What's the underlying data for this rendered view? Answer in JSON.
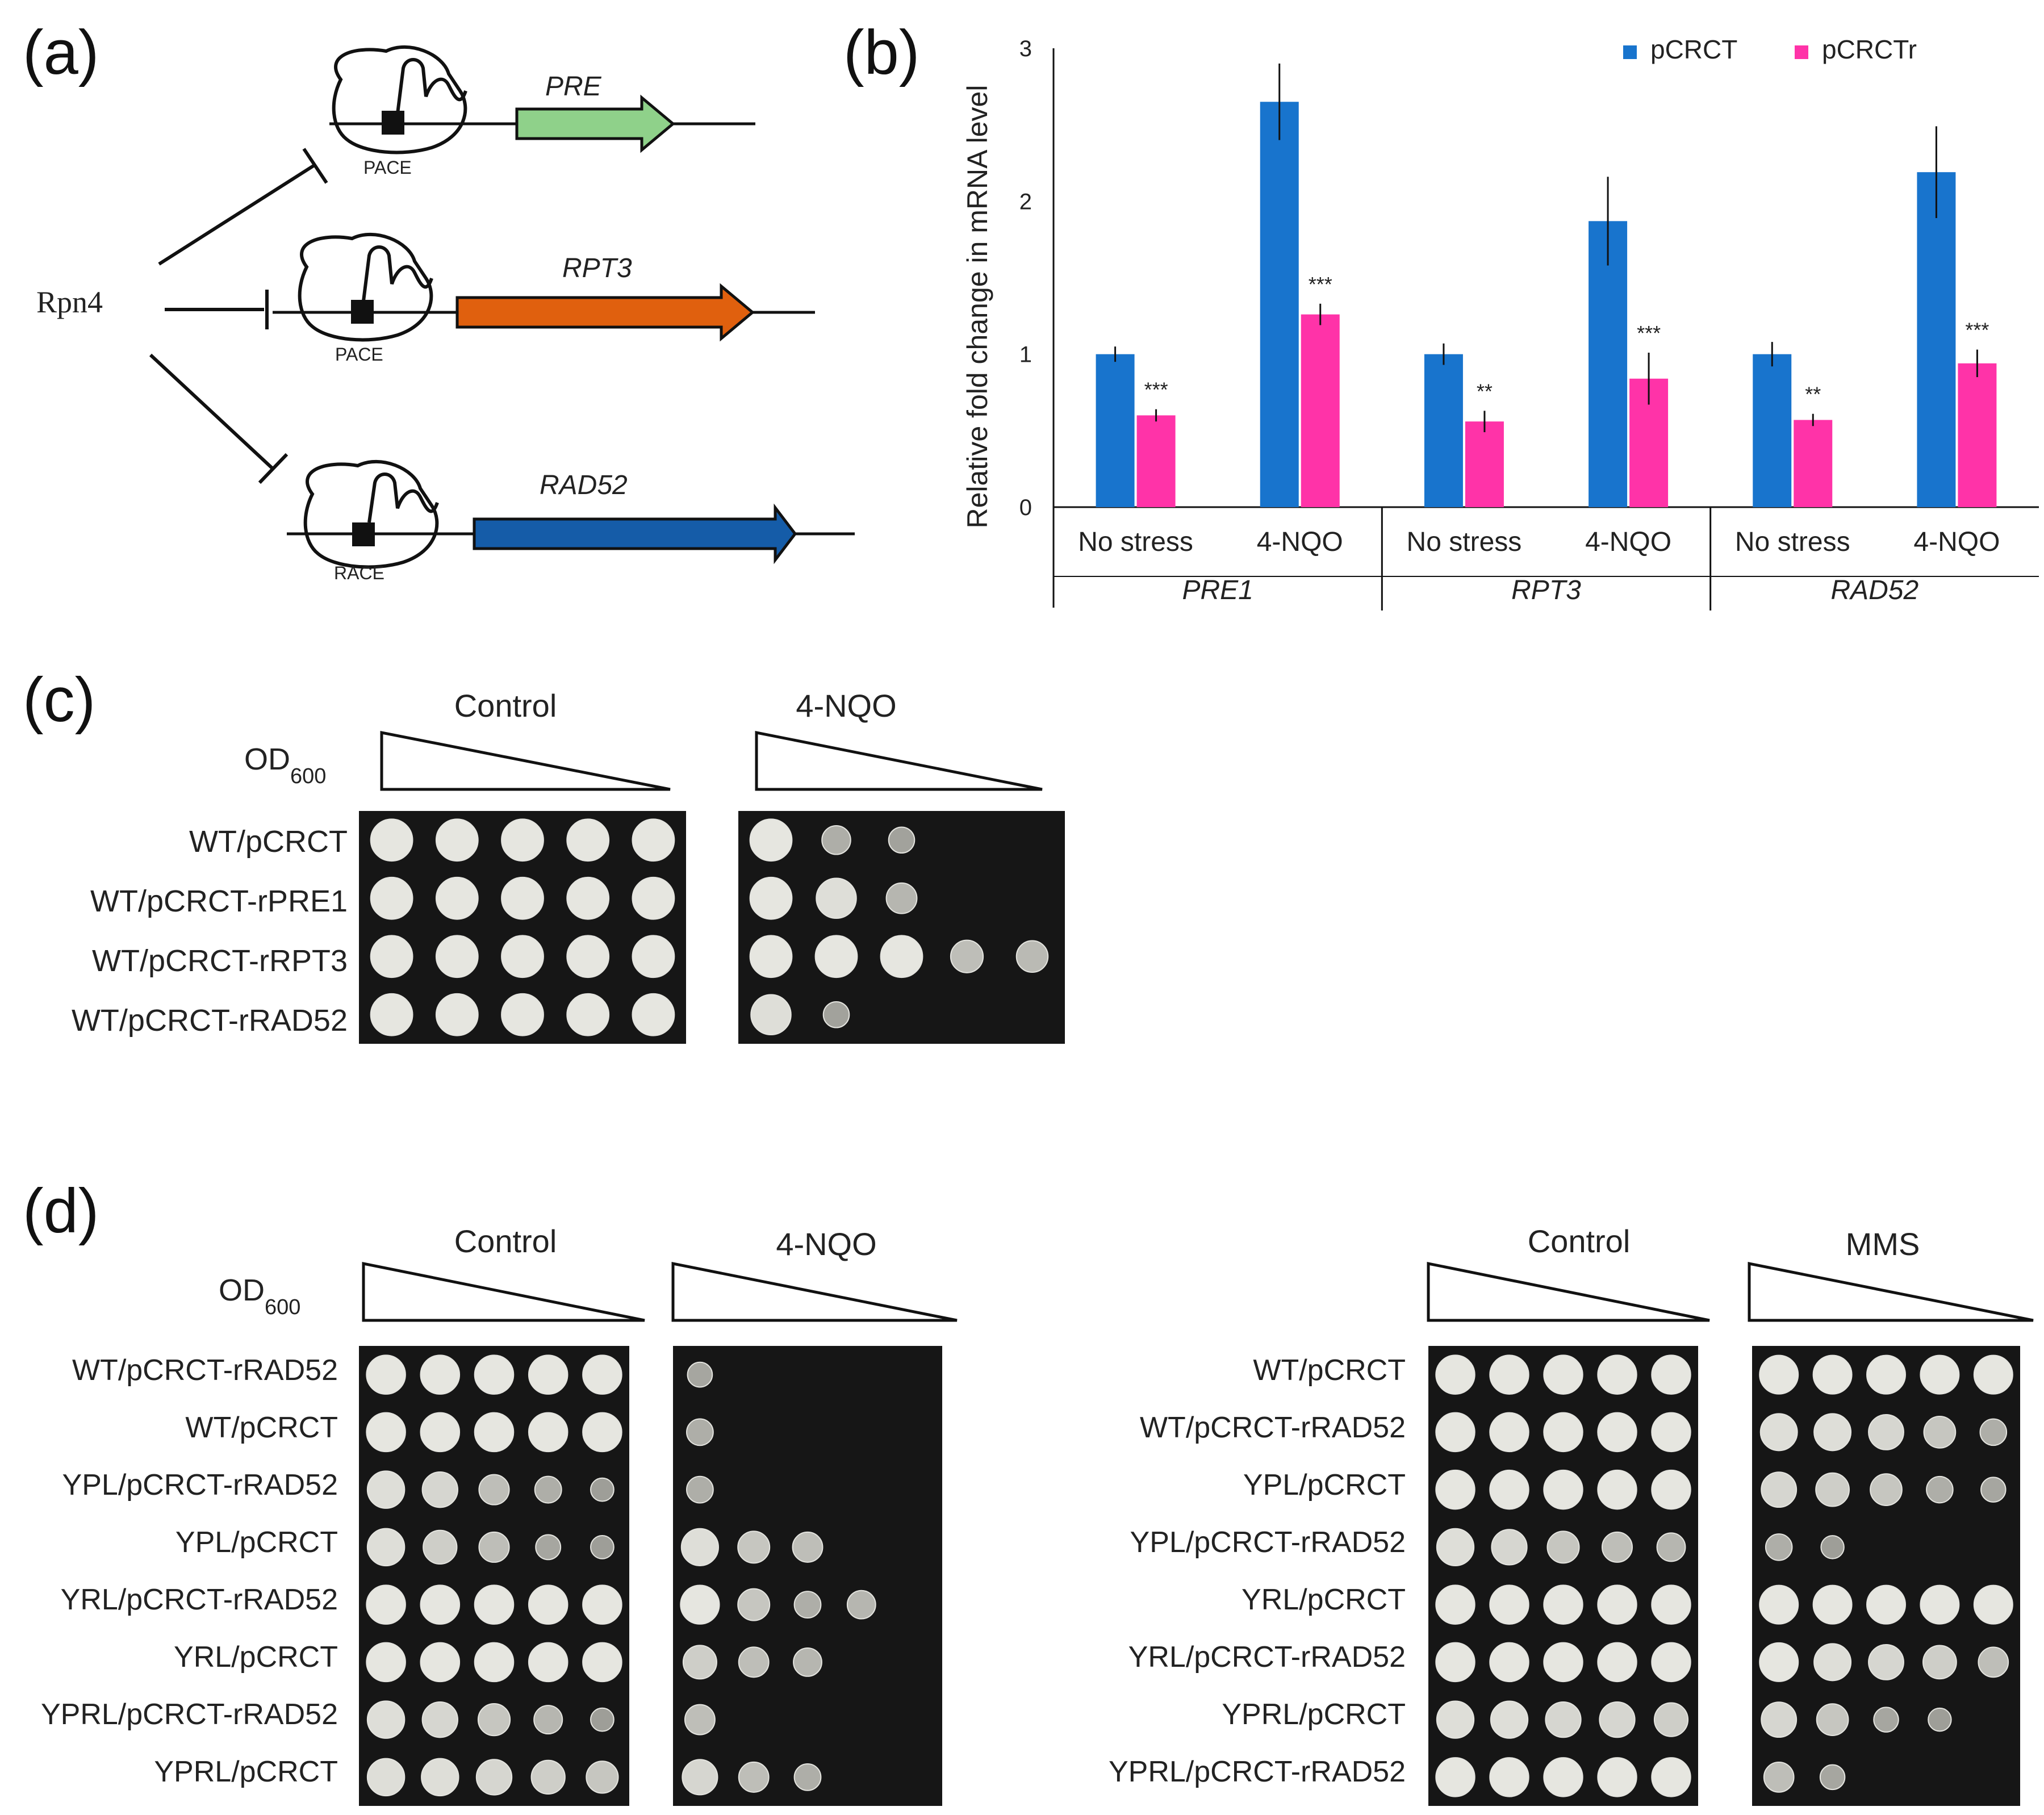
{
  "panels": {
    "a": {
      "label": "(a)",
      "regulator": "Rpn4",
      "genes": [
        {
          "name": "PRE",
          "element": "PACE",
          "color": "#8fd18a"
        },
        {
          "name": "RPT3",
          "element": "PACE",
          "color": "#e0600e"
        },
        {
          "name": "RAD52",
          "element": "RACE",
          "color": "#155ca8"
        }
      ]
    },
    "b": {
      "label": "(b)"
    },
    "c": {
      "label": "(c)",
      "od_label": "OD",
      "od_sub": "600",
      "conditions": [
        "Control",
        "4-NQO"
      ],
      "rows": [
        "WT/pCRCT",
        "WT/pCRCT-rPRE1",
        "WT/pCRCT-rRPT3",
        "WT/pCRCT-rRAD52"
      ]
    },
    "d": {
      "label": "(d)",
      "od_label": "OD",
      "od_sub": "600",
      "left_conditions": [
        "Control",
        "4-NQO"
      ],
      "left_rows": [
        "WT/pCRCT-rRAD52",
        "WT/pCRCT",
        "YPL/pCRCT-rRAD52",
        "YPL/pCRCT",
        "YRL/pCRCT-rRAD52",
        "YRL/pCRCT",
        "YPRL/pCRCT-rRAD52",
        "YPRL/pCRCT"
      ],
      "right_conditions": [
        "Control",
        "MMS"
      ],
      "right_rows": [
        "WT/pCRCT",
        "WT/pCRCT-rRAD52",
        "YPL/pCRCT",
        "YPL/pCRCT-rRAD52",
        "YRL/pCRCT",
        "YRL/pCRCT-rRAD52",
        "YPRL/pCRCT",
        "YPRL/pCRCT-rRAD52"
      ]
    }
  },
  "chart_data": {
    "type": "bar",
    "ylabel": "Relative fold change in mRNA level",
    "ylim": [
      0,
      3
    ],
    "yticks": [
      "0",
      "1",
      "2",
      "3"
    ],
    "groups": [
      "PRE1",
      "RPT3",
      "RAD52"
    ],
    "categories": [
      "No stress",
      "4-NQO",
      "No stress",
      "4-NQO",
      "No stress",
      "4-NQO"
    ],
    "legend_position": "top-right",
    "series": [
      {
        "name": "pCRCT",
        "color": "#1874cd",
        "values": [
          1.0,
          2.65,
          1.0,
          1.87,
          1.0,
          2.19
        ],
        "errors": [
          0.05,
          0.25,
          0.07,
          0.29,
          0.08,
          0.3
        ]
      },
      {
        "name": "pCRCTr",
        "color": "#ff33a8",
        "values": [
          0.6,
          1.26,
          0.56,
          0.84,
          0.57,
          0.94
        ],
        "errors": [
          0.04,
          0.07,
          0.07,
          0.17,
          0.04,
          0.09
        ],
        "significance": [
          "***",
          "***",
          "**",
          "***",
          "**",
          "***"
        ]
      }
    ]
  }
}
